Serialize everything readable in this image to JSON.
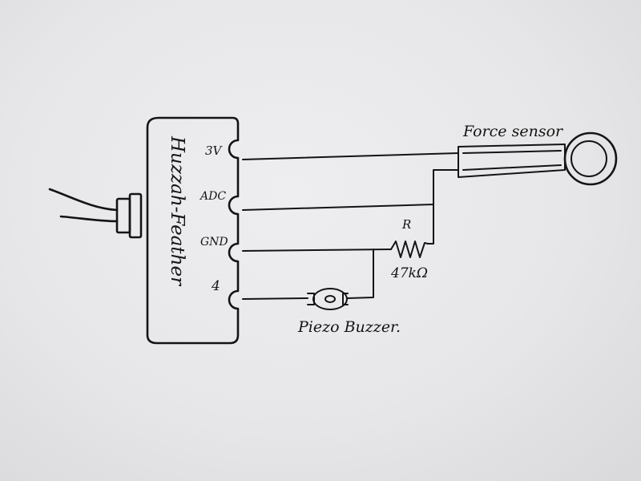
{
  "board": {
    "name": "Huzzah-Feather",
    "pins": [
      {
        "id": "3v",
        "label": "3V"
      },
      {
        "id": "adc",
        "label": "ADC"
      },
      {
        "id": "gnd",
        "label": "GND"
      },
      {
        "id": "4",
        "label": "4"
      }
    ]
  },
  "components": {
    "force_sensor": {
      "label": "Force sensor"
    },
    "resistor": {
      "symbol": "R",
      "value": "47kΩ"
    },
    "piezo": {
      "label": "Piezo Buzzer."
    }
  },
  "colors": {
    "ink": "#141414",
    "paper": "#e8e8ea"
  }
}
